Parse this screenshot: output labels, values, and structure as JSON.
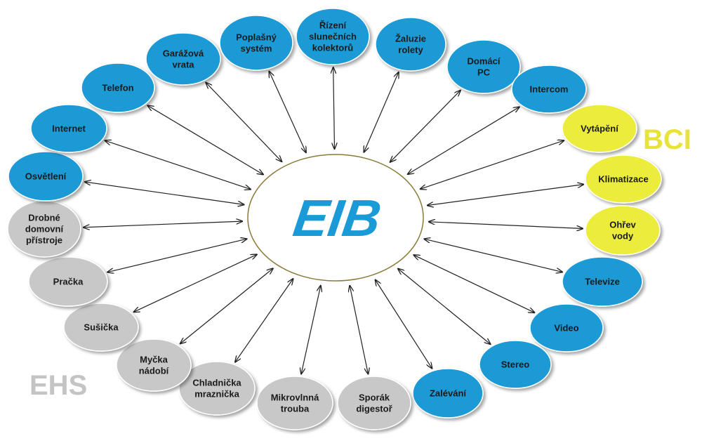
{
  "center": {
    "logo_text": "EIB",
    "logo_color": "#1a9ad6"
  },
  "group_labels": [
    {
      "id": "ehs",
      "text": "EHS",
      "color": "#c4c4c4"
    },
    {
      "id": "bci",
      "text": "BCI",
      "color": "#e8e33a"
    }
  ],
  "colors": {
    "blue": "#1a9ad6",
    "yellow": "#ecec3c",
    "gray": "#c8c8c8",
    "arrow": "#222222"
  },
  "nodes": [
    {
      "id": "rizeni-slunecnich-kolektoru",
      "lines": [
        "Řízení",
        "slunečních",
        "kolektorů"
      ],
      "color": "blue"
    },
    {
      "id": "zaluzie-rolety",
      "lines": [
        "Žaluzie",
        "rolety"
      ],
      "color": "blue"
    },
    {
      "id": "domaci-pc",
      "lines": [
        "Domácí",
        "PC"
      ],
      "color": "blue"
    },
    {
      "id": "intercom",
      "lines": [
        "Intercom"
      ],
      "color": "blue"
    },
    {
      "id": "vytapeni",
      "lines": [
        "Vytápění"
      ],
      "color": "yellow"
    },
    {
      "id": "klimatizace",
      "lines": [
        "Klimatizace"
      ],
      "color": "yellow"
    },
    {
      "id": "ohrev-vody",
      "lines": [
        "Ohřev",
        "vody"
      ],
      "color": "yellow"
    },
    {
      "id": "televize",
      "lines": [
        "Televize"
      ],
      "color": "blue"
    },
    {
      "id": "video",
      "lines": [
        "Video"
      ],
      "color": "blue"
    },
    {
      "id": "stereo",
      "lines": [
        "Stereo"
      ],
      "color": "blue"
    },
    {
      "id": "zalevani",
      "lines": [
        "Zalévání"
      ],
      "color": "blue"
    },
    {
      "id": "sporak-digestor",
      "lines": [
        "Sporák",
        "digestoř"
      ],
      "color": "gray"
    },
    {
      "id": "mikrovlnna-trouba",
      "lines": [
        "Mikrovlnná",
        "trouba"
      ],
      "color": "gray"
    },
    {
      "id": "chladnicka-mraznicka",
      "lines": [
        "Chladnička",
        "mraznička"
      ],
      "color": "gray"
    },
    {
      "id": "mycka-nadobi",
      "lines": [
        "Myčka",
        "nádobí"
      ],
      "color": "gray"
    },
    {
      "id": "susicka",
      "lines": [
        "Sušička"
      ],
      "color": "gray"
    },
    {
      "id": "pracka",
      "lines": [
        "Pračka"
      ],
      "color": "gray"
    },
    {
      "id": "drobne-domovni-pristroje",
      "lines": [
        "Drobné",
        "domovní",
        "přístroje"
      ],
      "color": "gray"
    },
    {
      "id": "osvetleni",
      "lines": [
        "Osvětlení"
      ],
      "color": "blue"
    },
    {
      "id": "internet",
      "lines": [
        "Internet"
      ],
      "color": "blue"
    },
    {
      "id": "telefon",
      "lines": [
        "Telefon"
      ],
      "color": "blue"
    },
    {
      "id": "garazova-vrata",
      "lines": [
        "Garážová",
        "vrata"
      ],
      "color": "blue"
    },
    {
      "id": "poplasny-system",
      "lines": [
        "Poplašný",
        "systém"
      ],
      "color": "blue"
    }
  ]
}
